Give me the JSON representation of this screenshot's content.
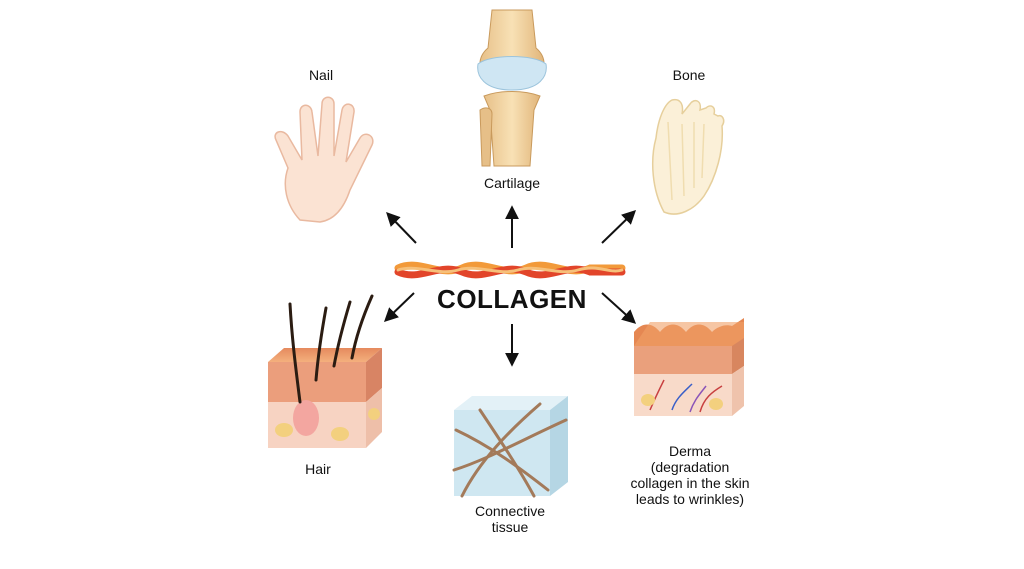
{
  "title": "COLLAGEN",
  "labels": {
    "nail": "Nail",
    "cartilage": "Cartilage",
    "bone": "Bone",
    "hair": "Hair",
    "connective": [
      "Connective",
      "tissue"
    ],
    "derma": [
      "Derma",
      "(degradation",
      "collagen in the skin",
      "leads to wrinkles)"
    ]
  },
  "colors": {
    "collagen_red": "#e2452a",
    "collagen_orange": "#f29a3a",
    "skin": "#f6c9b7",
    "tissue": "#cfe7f1"
  }
}
